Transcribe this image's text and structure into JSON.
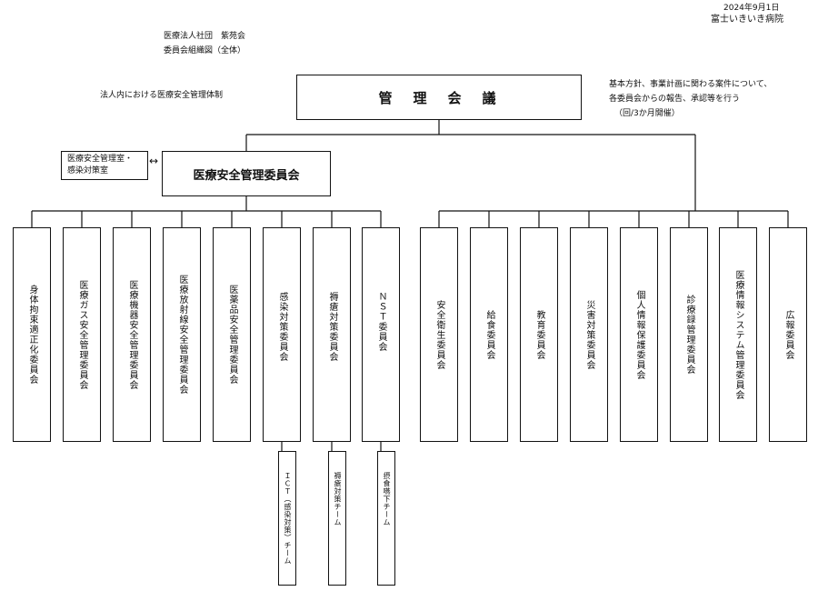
{
  "header": {
    "date": "2024年9月1日",
    "hospital": "富士いきいき病院",
    "org_name": "医療法人社団　紫苑会",
    "chart_title": "委員会組織図（全体）",
    "left_caption": "法人内における医療安全管理体制"
  },
  "top_node": {
    "title": "管　理　会　議",
    "notes": [
      "基本方針、事業計画に関わる案件について、",
      "各委員会からの報告、承認等を行う",
      "（回/3か月開催）"
    ]
  },
  "safety_committee": {
    "title": "医療安全管理委員会",
    "office": [
      "医療安全管理室・",
      "感染対策室"
    ],
    "arrow": "↔"
  },
  "left_committees": [
    "身体拘束適正化委員会",
    "医療ガス安全管理委員会",
    "医療機器安全管理委員会",
    "医療放射線安全管理委員会",
    "医薬品安全管理委員会",
    "感染対策委員会",
    "褥瘡対策委員会",
    "ＮＳＴ委員会"
  ],
  "right_committees": [
    "安全衛生委員会",
    "給食委員会",
    "教育委員会",
    "災害対策委員会",
    "個人情報保護委員会",
    "診療録管理委員会",
    "医療情報システム管理委員会",
    "広報委員会"
  ],
  "teams": [
    "ＩＣＴ（感染対策）チーム",
    "褥瘡対策チーム",
    "摂食嚥下チーム"
  ]
}
